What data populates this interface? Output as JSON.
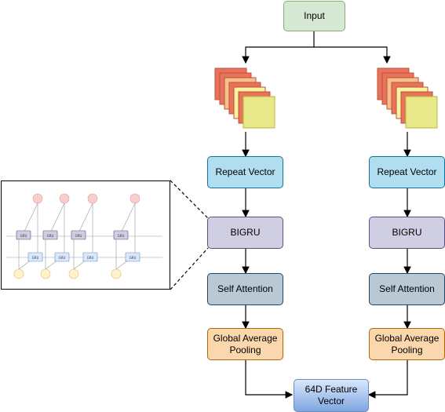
{
  "nodes": {
    "input": "Input",
    "left": {
      "repeat": "Repeat Vector",
      "bigru": "BIGRU",
      "selfatt": "Self Attention",
      "gap": "Global Average Pooling"
    },
    "right": {
      "repeat": "Repeat Vector",
      "bigru": "BIGRU",
      "selfatt": "Self Attention",
      "gap": "Global Average Pooling"
    },
    "output": "64D Feature Vector"
  },
  "inset": {
    "gru_top": [
      "GRU",
      "GRU",
      "GRU",
      "GRU"
    ],
    "gru_bottom": [
      "GRU",
      "GRU",
      "GRU",
      "GRU"
    ]
  },
  "colors": {
    "input_fill": "#d5e8d4",
    "repeat_fill": "#b1ddf0",
    "bigru_fill": "#d0cee2",
    "selfatt_fill": "#bac8d3",
    "gap_fill": "#fad7ac",
    "output_fill": "#7ea6e0",
    "feature_map_red": "#e8735a",
    "feature_map_yellow": "#f5f5a0"
  }
}
